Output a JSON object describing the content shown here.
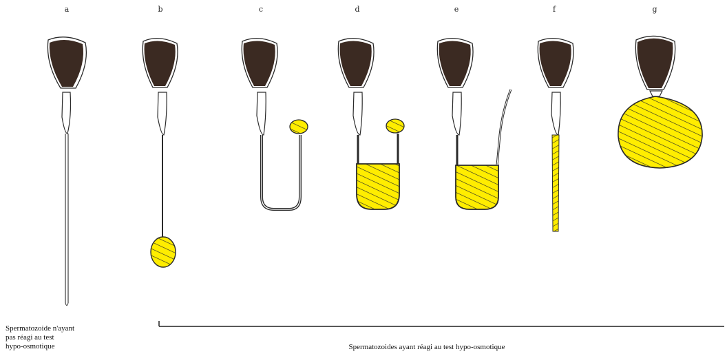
{
  "panel_labels": [
    "a",
    "b",
    "c",
    "d",
    "e",
    "f",
    "g"
  ],
  "captions": {
    "unreacted": [
      "Spermatozoide n'ayant",
      "pas réagi au test",
      "hypo-osmotique"
    ],
    "reacted": "Spermatozoides ayant réagi au test hypo-osmotique"
  },
  "colors": {
    "head": "#3b2a22",
    "swelling": "#ffed00",
    "outline": "#2a2a2a",
    "hatch": "#2a2a2a"
  }
}
